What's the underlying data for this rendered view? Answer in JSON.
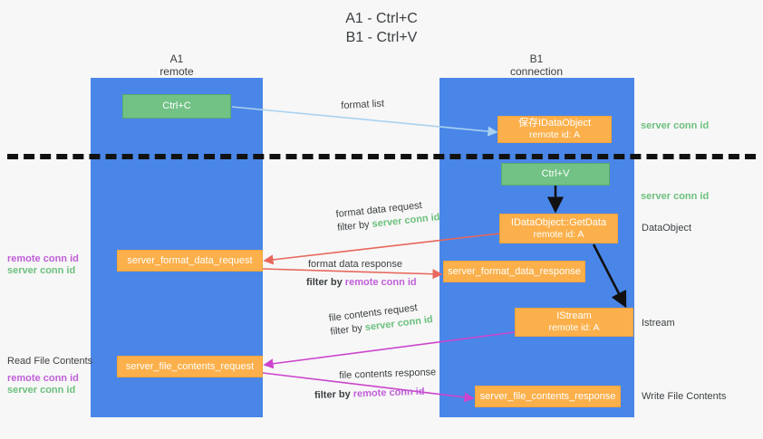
{
  "title": {
    "line1": "A1 - Ctrl+C",
    "line2": "B1 - Ctrl+V"
  },
  "lanes": [
    {
      "id": "a1",
      "name": "A1",
      "subtitle": "remote"
    },
    {
      "id": "b1",
      "name": "B1",
      "subtitle": "connection"
    }
  ],
  "nodes": {
    "ctrl_c": {
      "label": "Ctrl+C"
    },
    "ctrl_v": {
      "label": "Ctrl+V"
    },
    "idataobject": {
      "label": "保存IDataObject",
      "sub": "remote id: A"
    },
    "getdata": {
      "label": "IDataObject::GetData",
      "sub": "remote id: A"
    },
    "istream": {
      "label": "IStream",
      "sub": "remote id: A"
    },
    "fmt_req": {
      "label": "server_format_data_request"
    },
    "fmt_resp": {
      "label": "server_format_data_response"
    },
    "file_req": {
      "label": "server_file_contents_request"
    },
    "file_resp": {
      "label": "server_file_contents_response"
    }
  },
  "edges": {
    "format_list": {
      "label": "format list"
    },
    "format_data_request": {
      "label": "format data request",
      "filter_prefix": "filter by ",
      "filter_key": "server conn id"
    },
    "format_data_response": {
      "label": "format data response",
      "filter_prefix": "filter by ",
      "filter_key": "remote conn id"
    },
    "file_contents_request": {
      "label": "file contents request",
      "filter_prefix": "filter by ",
      "filter_key": "server conn id"
    },
    "file_contents_response": {
      "label": "file contents response",
      "filter_prefix": "filter by ",
      "filter_key": "remote conn id"
    }
  },
  "annotations": {
    "right_conn_top": "server conn id",
    "right_conn_mid": "server conn id",
    "right_dataobject": "DataObject",
    "right_istream": "Istream",
    "right_write_file": "Write File Contents",
    "left_read_file": "Read File Contents",
    "left_remote_1": "remote conn id",
    "left_server_1": "server conn id",
    "left_remote_2": "remote conn id",
    "left_server_2": "server conn id"
  },
  "colors": {
    "lane": "#4a86e8",
    "green_box": "#72c285",
    "orange_box": "#fbb04b",
    "server_conn_id": "#6cc07d",
    "remote_conn_id": "#c05fd8",
    "wire_blue": "#a9d2f0",
    "wire_red": "#e8675c",
    "wire_magenta": "#cc44cc",
    "wire_black": "#111111",
    "background": "#f7f7f7"
  }
}
